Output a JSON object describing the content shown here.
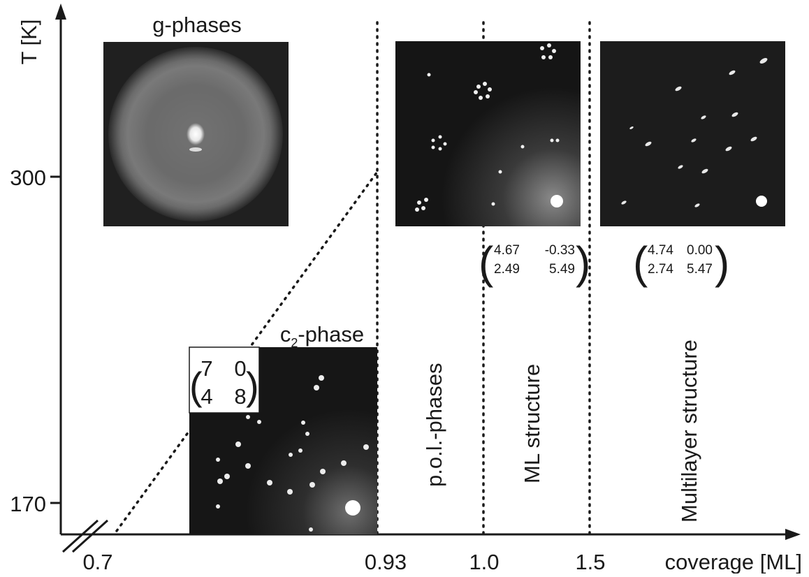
{
  "chart_data": {
    "type": "diagram",
    "xlabel": "coverage [ML]",
    "ylabel": "T [K]",
    "x_ticks": [
      "0.7",
      "0.93",
      "1.0",
      "1.5"
    ],
    "y_ticks": [
      "300",
      "170"
    ],
    "phase_boundaries_ML": [
      0.93,
      1.0,
      1.5
    ],
    "phase_line": {
      "from": {
        "coverage": 0.7,
        "T": 160
      },
      "to": {
        "coverage": 0.93,
        "T": 300
      }
    },
    "panels": [
      {
        "label": "g-phases",
        "kind": "ring-diffuse"
      },
      {
        "label_main": "c",
        "label_sub": "2",
        "label_rest": "-phase",
        "matrix": [
          [
            "7",
            "0"
          ],
          [
            "4",
            "8"
          ]
        ]
      },
      {
        "label": "p.o.l.-phases",
        "kind": "hex-clusters"
      },
      {
        "label": "ML structure",
        "matrix": [
          [
            "4.67",
            "-0.33"
          ],
          [
            "2.49",
            "5.49"
          ]
        ]
      },
      {
        "label": "Multilayer structure",
        "matrix": [
          [
            "4.74",
            "0.00"
          ],
          [
            "2.74",
            "5.47"
          ]
        ]
      }
    ]
  }
}
